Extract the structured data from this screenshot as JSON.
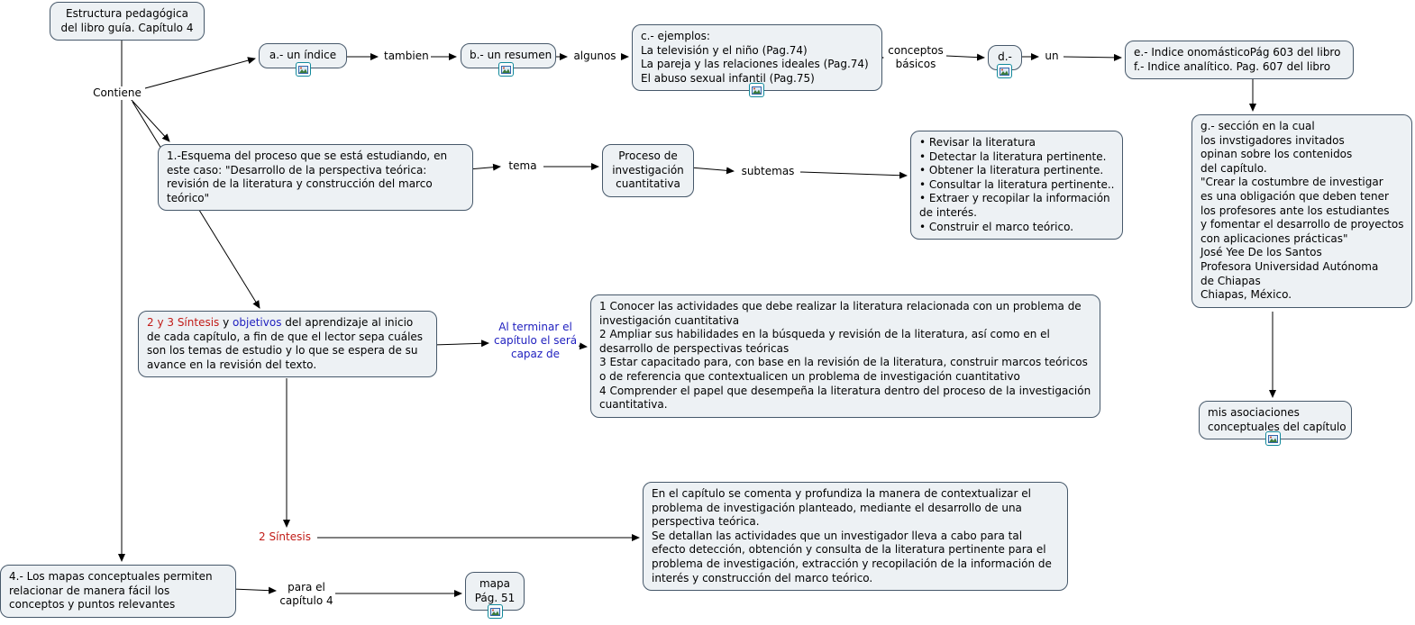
{
  "colors": {
    "box_fill": "#edf1f4",
    "box_border": "#46586a",
    "red": "#c11b17",
    "blue": "#1f1fbf"
  },
  "nodes": {
    "root": "Estructura pedagógica\ndel libro guía. Capítulo 4",
    "a_indice": "a.- un índice",
    "b_resumen": "b.- un resumen",
    "c_ejemplos": "c.- ejemplos:\nLa televisión y el niño (Pag.74)\nLa pareja y las relaciones ideales (Pag.74)\nEl abuso sexual infantil (Pag.75)",
    "d": "d.-",
    "ef_indices": "e.- Indice onomásticoPág 603 del libro\nf.- Indice analítico. Pag. 607 del libro",
    "g_seccion": "g.- sección en la cual\nlos invstigadores invitados\nopinan sobre los contenidos\ndel capítulo.\n\"Crear la costumbre de investigar\nes una obligación que deben tener\nlos profesores ante los estudiantes\ny fomentar el desarrollo de proyectos\ncon aplicaciones prácticas\"\nJosé Yee De los Santos\nProfesora Universidad Autónoma\nde Chiapas\nChiapas, México.",
    "mis_asociaciones": "mis asociaciones\nconceptuales del capítulo",
    "esquema": "1.-Esquema del proceso que se está estudiando, en este caso: \"Desarrollo de la perspectiva teórica: revisión de la literatura y construcción del marco teórico\"",
    "proceso": "Proceso de investigación cuantitativa",
    "actividades": [
      "• Revisar la literatura",
      "• Detectar la literatura pertinente.",
      "• Obtener la literatura pertinente.",
      "• Consultar la literatura pertinente..",
      "• Extraer y recopilar la información\nde interés.",
      "• Construir el marco teórico."
    ],
    "sintesis_objetivos": {
      "seg_red": "2 y 3  Síntesis ",
      "seg_plain1": "y ",
      "seg_blue": "objetivos",
      "seg_plain2": " del aprendizaje al inicio de cada capítulo, a fin de que el lector sepa cuáles son los temas de estudio y lo que se espera de su avance en la revisión del texto."
    },
    "objetivos_lista": [
      "1 Conocer las actividades que debe realizar la literatura relacionada con un problema de investigación cuantitativa",
      "2 Ampliar sus habilidades en la búsqueda y revisión de la literatura, así como en el desarrollo de perspectivas teóricas",
      "3 Estar capacitado para, con base en la revisión de la literatura, construir marcos teóricos o de referencia que contextualicen un problema de investigación cuantitativo",
      "4 Comprender el papel que desempeña la literatura dentro del proceso de la investigación cuantitativa."
    ],
    "capitulo_comenta": "En el capítulo se comenta y profundiza la manera de contextualizar el problema de investigación planteado, mediante el desarrollo de una perspectiva teórica.\nSe detallan las actividades que un investigador lleva a cabo para tal efecto detección, obtención y consulta de la literatura pertinente para el problema de investigación, extracción y recopilación de la información de interés y construcción del marco teórico.",
    "mapas_conceptuales": "4.- Los mapas conceptuales permiten relacionar de manera fácil los conceptos y puntos relevantes",
    "mapa_pag": "mapa\nPág. 51"
  },
  "links": {
    "contiene": "Contiene",
    "tambien": "tambien",
    "algunos": "algunos",
    "conceptos_basicos": "conceptos\nbásicos",
    "un": "un",
    "tema": "tema",
    "subtemas": "subtemas",
    "al_terminar": "Al terminar el\ncapítulo el será\ncapaz de",
    "dos_sintesis": "2 Síntesis",
    "para_el": "para el\ncapítulo 4"
  }
}
